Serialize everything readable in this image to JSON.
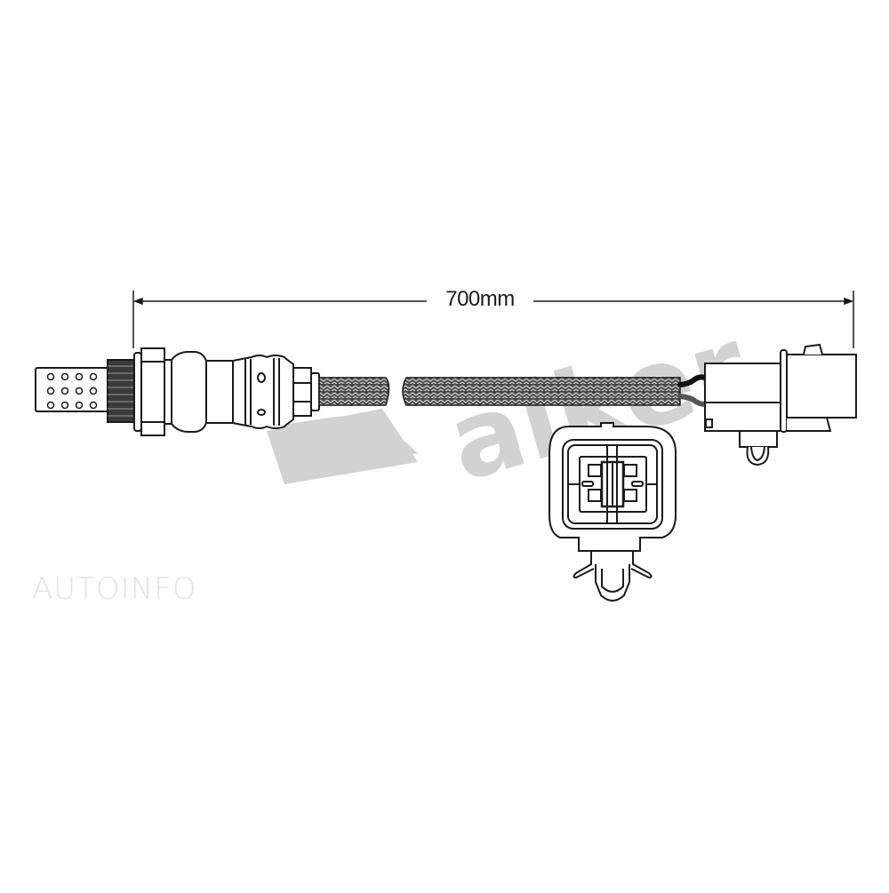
{
  "diagram": {
    "subject": "Oxygen sensor with braided lead and connector",
    "dimension": {
      "label": "700mm",
      "value": 700,
      "unit": "mm"
    },
    "components": [
      {
        "id": "sensor-tip",
        "label": "perforated sensor tip"
      },
      {
        "id": "thread",
        "label": "threaded section"
      },
      {
        "id": "hex-nut",
        "label": "hex body"
      },
      {
        "id": "sensor-body",
        "label": "sensor body"
      },
      {
        "id": "braided-lead",
        "label": "braided wire lead"
      },
      {
        "id": "connector-side",
        "label": "connector (side view)"
      },
      {
        "id": "connector-face",
        "label": "connector (face view, 4 pin)"
      }
    ],
    "colors": {
      "line": "#1a1a1a",
      "braid": "#555555",
      "watermark": "#d4d4d4",
      "bg": "#ffffff"
    }
  },
  "watermarks": {
    "brand": "Walker",
    "brand_visible_text": "alker",
    "site": "AUTOINFO"
  }
}
